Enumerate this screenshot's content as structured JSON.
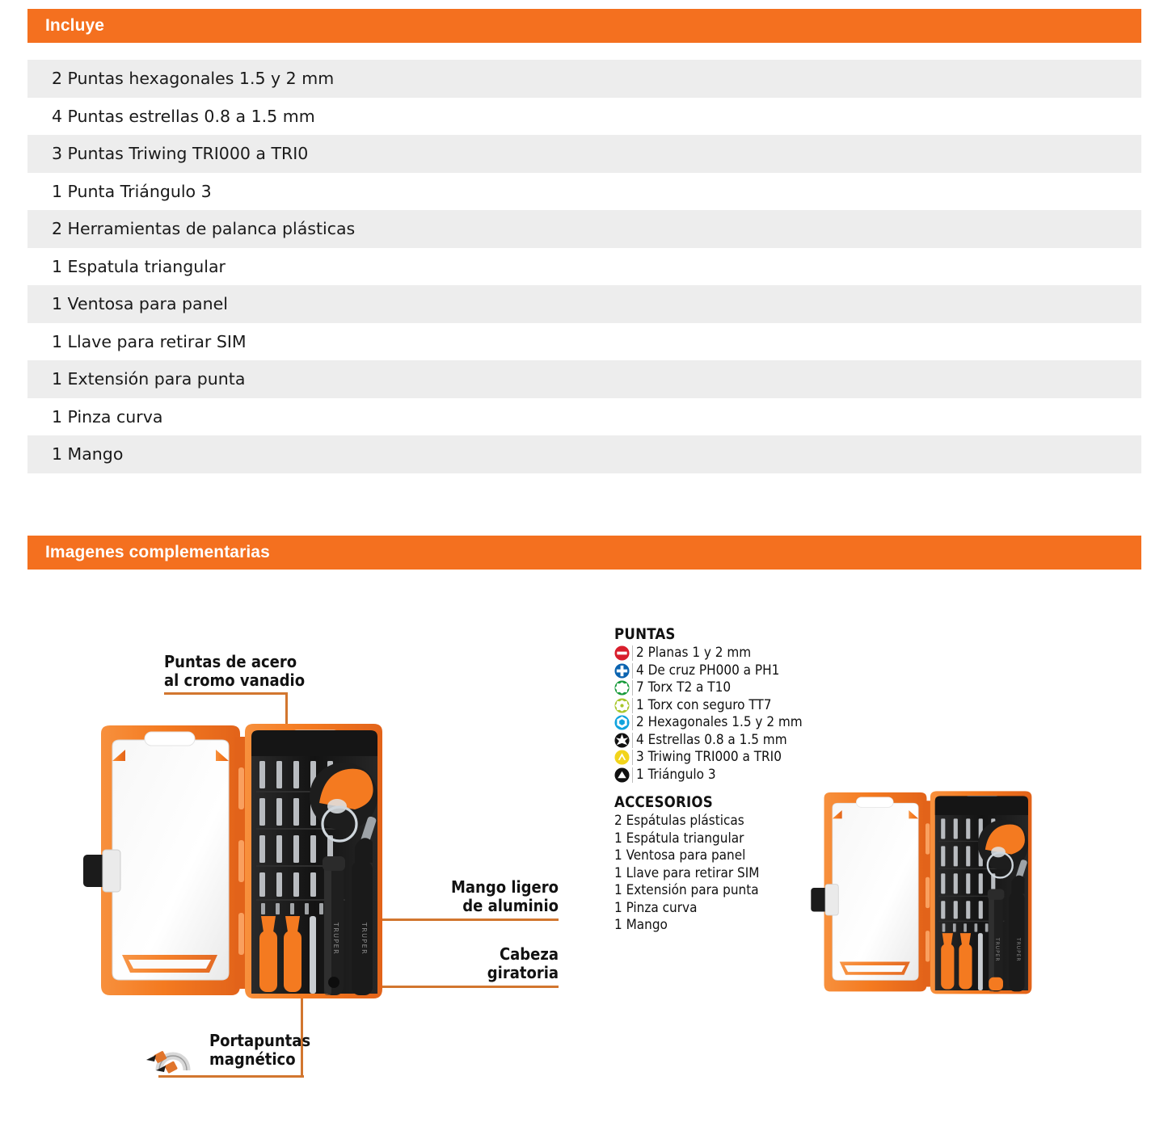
{
  "sections": {
    "includes": {
      "title": "Incluye"
    },
    "images": {
      "title": "Imagenes complementarias"
    }
  },
  "includes_items": [
    "2 Puntas hexagonales 1.5 y 2 mm",
    "4 Puntas estrellas 0.8 a 1.5 mm",
    "3 Puntas Triwing TRI000 a TRI0",
    "1 Punta Triángulo 3",
    "2 Herramientas de palanca plásticas",
    "1 Espatula triangular",
    "1 Ventosa para panel",
    "1 Llave para retirar SIM",
    "1 Extensión para punta",
    "1 Pinza curva",
    "1 Mango"
  ],
  "callouts": [
    {
      "id": "puntas-acero",
      "text": "Puntas de acero\nal cromo vanadio"
    },
    {
      "id": "mango-aluminio",
      "text": "Mango ligero\nde aluminio"
    },
    {
      "id": "cabeza-giratoria",
      "text": "Cabeza\ngiratoria"
    },
    {
      "id": "portapuntas-magnetico",
      "text": "Portapuntas\nmagnético"
    }
  ],
  "specs": {
    "puntas_title": "PUNTAS",
    "puntas": [
      {
        "icon": "slotted-bit-icon",
        "color": "#D81E2C",
        "label": "2 Planas 1 y 2 mm"
      },
      {
        "icon": "phillips-bit-icon",
        "color": "#0B63B0",
        "label": "4 De cruz PH000 a PH1"
      },
      {
        "icon": "torx-bit-icon",
        "color": "#199B3C",
        "label": "7 Torx T2 a T10"
      },
      {
        "icon": "torx-security-bit-icon",
        "color": "#A8C62B",
        "label": "1 Torx con seguro TT7"
      },
      {
        "icon": "hex-bit-icon",
        "color": "#0FA3DE",
        "label": "2 Hexagonales 1.5 y 2 mm"
      },
      {
        "icon": "pentalobe-bit-icon",
        "color": "#111111",
        "label": "4 Estrellas 0.8 a 1.5 mm"
      },
      {
        "icon": "triwing-bit-icon",
        "color": "#F2D41B",
        "label": "3 Triwing TRI000 a TRI0"
      },
      {
        "icon": "triangle-bit-icon",
        "color": "#111111",
        "label": "1 Triángulo 3"
      }
    ],
    "accesorios_title": "ACCESORIOS",
    "accesorios": [
      "2 Espátulas plásticas",
      "1 Espátula triangular",
      "1 Ventosa para panel",
      "1 Llave para retirar SIM",
      "1 Extensión para punta",
      "1 Pinza curva",
      "1 Mango"
    ]
  },
  "brand_text": "TRUPER",
  "colors": {
    "accent_orange": "#F4701F",
    "rule_orange": "#D2762F",
    "row_alt": "#ededed",
    "case_orange": "#F47A20",
    "case_dark": "#1C1C1C"
  }
}
